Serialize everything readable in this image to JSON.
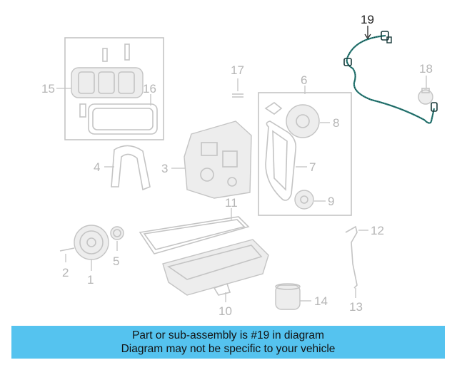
{
  "diagram": {
    "callouts": [
      {
        "id": "1",
        "label": "1"
      },
      {
        "id": "2",
        "label": "2"
      },
      {
        "id": "3",
        "label": "3"
      },
      {
        "id": "4",
        "label": "4"
      },
      {
        "id": "5",
        "label": "5"
      },
      {
        "id": "6",
        "label": "6"
      },
      {
        "id": "7",
        "label": "7"
      },
      {
        "id": "8",
        "label": "8"
      },
      {
        "id": "9",
        "label": "9"
      },
      {
        "id": "10",
        "label": "10"
      },
      {
        "id": "11",
        "label": "11"
      },
      {
        "id": "12",
        "label": "12"
      },
      {
        "id": "13",
        "label": "13"
      },
      {
        "id": "14",
        "label": "14"
      },
      {
        "id": "15",
        "label": "15"
      },
      {
        "id": "16",
        "label": "16"
      },
      {
        "id": "17",
        "label": "17"
      },
      {
        "id": "18",
        "label": "18"
      },
      {
        "id": "19",
        "label": "19"
      }
    ],
    "highlighted_part": "19",
    "colors": {
      "highlight": "#2a7f7a",
      "faded": "#c4c4c4",
      "banner": "#55c3ef"
    }
  },
  "banner": {
    "line1": "Part or sub-assembly is #19 in diagram",
    "line2": "Diagram may not be specific to your vehicle"
  }
}
